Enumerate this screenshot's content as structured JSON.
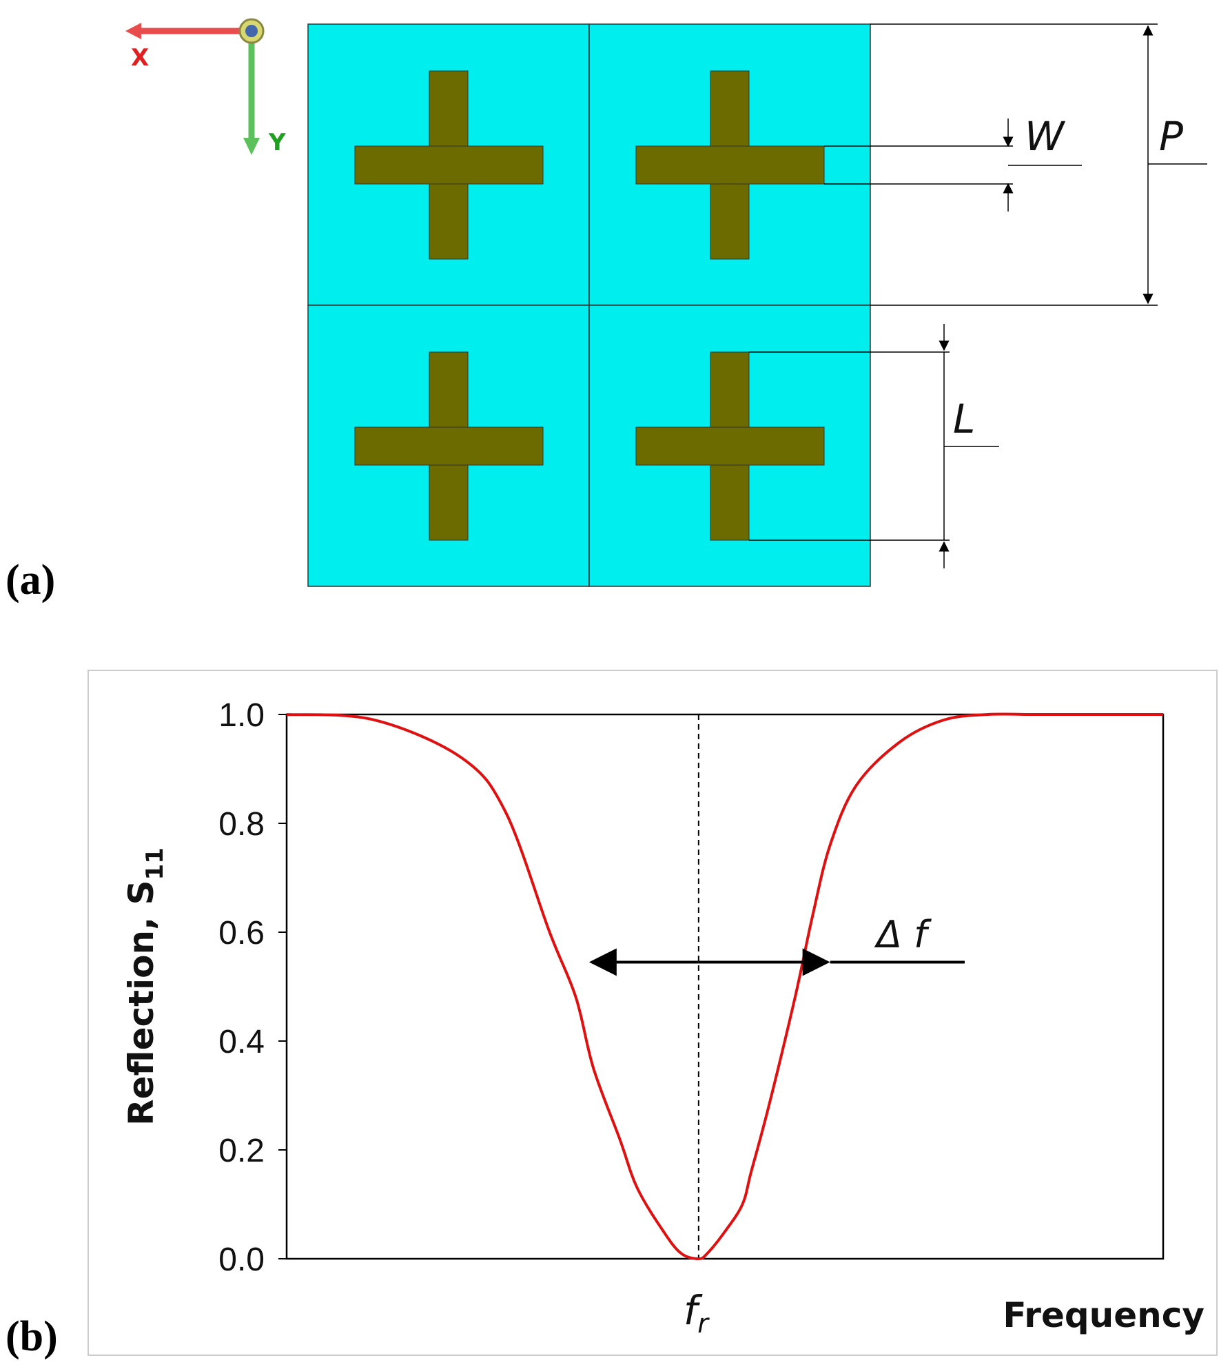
{
  "panel_a": {
    "label": "(a)",
    "axis_x_label": "X",
    "axis_y_label": "Y",
    "dim_w": "W",
    "dim_p": "P",
    "dim_l": "L",
    "colors": {
      "substrate": "#00eeee",
      "cross": "#6b6b00",
      "axis_x": "#e84c4c",
      "axis_y": "#5cc05c"
    }
  },
  "panel_b": {
    "label": "(b)",
    "ylabel": "Reflection, S",
    "ylabel_sub": "11",
    "xlabel": "Frequency",
    "fr_main": "f",
    "fr_sub": "r",
    "bandwidth_label": "Δ f",
    "colors": {
      "curve": "#e01010"
    }
  },
  "chart_data": {
    "type": "line",
    "title": "",
    "xlabel": "Frequency",
    "ylabel": "Reflection, S11",
    "xlim": [
      0,
      1
    ],
    "ylim": [
      0,
      1
    ],
    "yticks": [
      "0.0",
      "0.2",
      "0.4",
      "0.6",
      "0.8",
      "1.0"
    ],
    "grid": false,
    "series": [
      {
        "x": [
          0.0,
          0.1,
          0.2,
          0.25,
          0.3,
          0.33,
          0.35,
          0.38,
          0.4,
          0.43,
          0.45,
          0.47,
          0.48,
          0.5,
          0.52,
          0.53,
          0.55,
          0.58,
          0.6,
          0.62,
          0.65,
          0.7,
          0.75,
          0.8,
          0.85,
          0.9,
          1.0
        ],
        "y": [
          1.0,
          0.99,
          0.92,
          0.82,
          0.6,
          0.48,
          0.35,
          0.22,
          0.13,
          0.05,
          0.01,
          0.0,
          0.01,
          0.05,
          0.1,
          0.16,
          0.28,
          0.48,
          0.63,
          0.76,
          0.87,
          0.95,
          0.99,
          1.0,
          1.0,
          1.0,
          1.0
        ]
      }
    ],
    "resonance_x": 0.47,
    "bandwidth": {
      "x_start": 0.345,
      "x_end": 0.62,
      "y": 0.545
    }
  }
}
